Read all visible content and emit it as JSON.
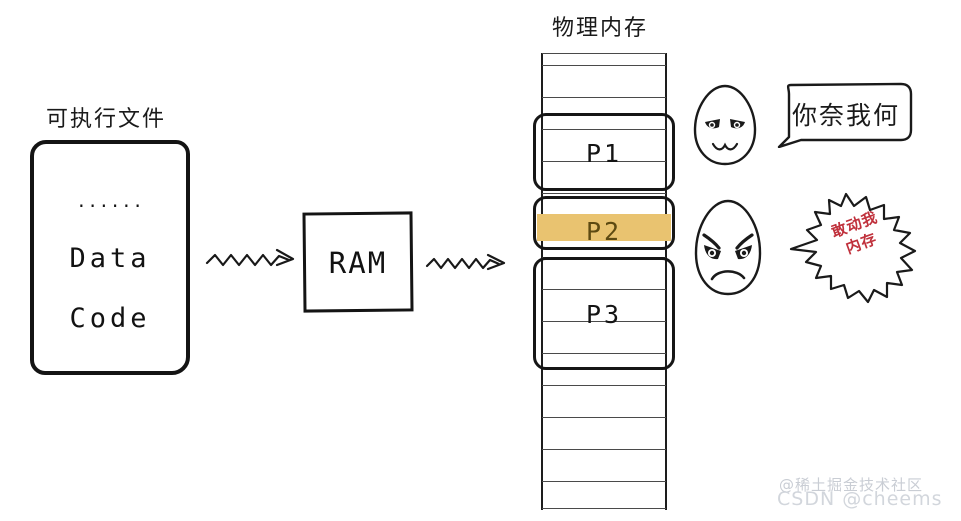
{
  "diagram": {
    "executable": {
      "title": "可执行文件",
      "dots": "......",
      "data_label": "Data",
      "code_label": "Code"
    },
    "ram": {
      "label": "RAM"
    },
    "arrows": {
      "first": "squiggly-arrow-right",
      "second": "squiggly-arrow-right"
    },
    "memory": {
      "title": "物理内存",
      "rows_above": 2,
      "rows_below": 6,
      "blocks": [
        {
          "id": "p1",
          "label": "P1",
          "highlighted": false
        },
        {
          "id": "p2",
          "label": "P2",
          "highlighted": true
        },
        {
          "id": "p3",
          "label": "P3",
          "highlighted": false
        }
      ],
      "highlight_color": "#e9c370"
    },
    "characters": [
      {
        "id": "calm",
        "face": "smug-egg-face",
        "bubble_shape": "rounded-speech-bubble",
        "bubble_text": "你奈我何",
        "text_color": "#1a1a1a"
      },
      {
        "id": "angry",
        "face": "angry-egg-face",
        "bubble_shape": "starburst-speech-bubble",
        "bubble_text": "敢动我\n内存",
        "bubble_line1": "敢动我",
        "bubble_line2": "内存",
        "text_color": "#c0313c"
      }
    ]
  },
  "watermarks": {
    "juejin": "@稀土掘金技术社区",
    "csdn": "CSDN @cheems"
  }
}
